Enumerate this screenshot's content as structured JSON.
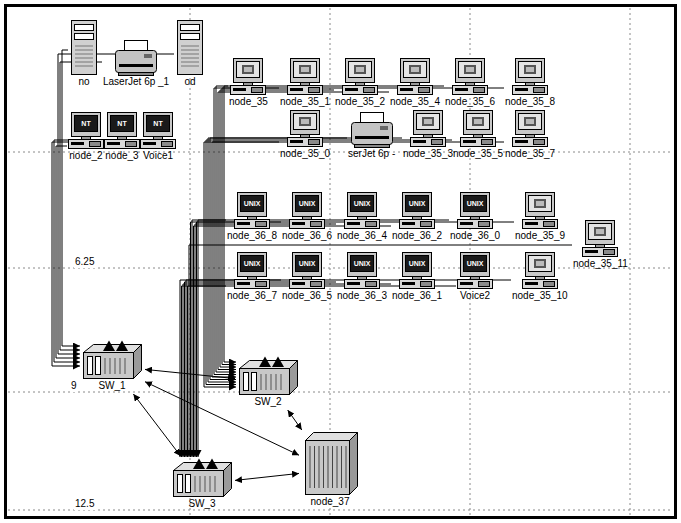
{
  "diagram": {
    "nodes": [
      {
        "text": [
          "no"
        ]
      },
      {
        "text": [
          "LaserJet 6p _1"
        ]
      },
      {
        "text": [
          "od"
        ]
      },
      {
        "text": [
          "node_35"
        ]
      },
      {
        "text": [
          "node_35_1"
        ]
      },
      {
        "text": [
          "node_35_2"
        ]
      },
      {
        "text": [
          "node_35_4"
        ]
      },
      {
        "text": [
          "node_35_6"
        ]
      },
      {
        "text": [
          "node_35_8"
        ]
      },
      {
        "text": [
          "NT",
          "node_2"
        ]
      },
      {
        "text": [
          "NT",
          "node_3"
        ]
      },
      {
        "text": [
          "NT",
          "Voice1"
        ]
      },
      {
        "text": [
          "node_35_0"
        ]
      },
      {
        "text": [
          "serJet 6p -"
        ]
      },
      {
        "text": [
          "node_35_3"
        ]
      },
      {
        "text": [
          "node_35_5"
        ]
      },
      {
        "text": [
          "node_35_7"
        ]
      },
      {
        "text": [
          "UNIX",
          "node_36_8"
        ]
      },
      {
        "text": [
          "UNIX",
          "node_36_6"
        ]
      },
      {
        "text": [
          "UNIX",
          "node_36_4"
        ]
      },
      {
        "text": [
          "UNIX",
          "node_36_2"
        ]
      },
      {
        "text": [
          "UNIX",
          "node_36_0"
        ]
      },
      {
        "text": [
          "node_35_9"
        ]
      },
      {
        "text": [
          "node_35_11"
        ]
      },
      {
        "text": [
          "UNIX",
          "node_36_7"
        ]
      },
      {
        "text": [
          "UNIX",
          "node_36_5"
        ]
      },
      {
        "text": [
          "UNIX",
          "node_36_3"
        ]
      },
      {
        "text": [
          "UNIX",
          "node_36_1"
        ]
      },
      {
        "text": [
          "UNIX",
          "Voice2"
        ]
      },
      {
        "text": [
          "node_35_10"
        ]
      },
      {
        "text": [
          "SW_1"
        ]
      },
      {
        "text": [
          "SW_2"
        ]
      },
      {
        "text": [
          "SW_3"
        ]
      },
      {
        "text": [
          "node_37"
        ]
      }
    ],
    "edges": [
      {
        "from": 0,
        "to": 30,
        "arrow": "to"
      },
      {
        "from": 1,
        "to": 30,
        "arrow": "to"
      },
      {
        "from": 2,
        "to": 30,
        "arrow": "to"
      },
      {
        "from": 9,
        "to": 30,
        "arrow": "to"
      },
      {
        "from": 10,
        "to": 30,
        "arrow": "to"
      },
      {
        "from": 11,
        "to": 30,
        "arrow": "to"
      },
      {
        "from": 3,
        "to": 31,
        "arrow": "to"
      },
      {
        "from": 4,
        "to": 31,
        "arrow": "to"
      },
      {
        "from": 5,
        "to": 31,
        "arrow": "to"
      },
      {
        "from": 6,
        "to": 31,
        "arrow": "to"
      },
      {
        "from": 7,
        "to": 31,
        "arrow": "to"
      },
      {
        "from": 8,
        "to": 31,
        "arrow": "to"
      },
      {
        "from": 12,
        "to": 31,
        "arrow": "to"
      },
      {
        "from": 13,
        "to": 31,
        "arrow": "to"
      },
      {
        "from": 14,
        "to": 31,
        "arrow": "to"
      },
      {
        "from": 15,
        "to": 31,
        "arrow": "to"
      },
      {
        "from": 16,
        "to": 31,
        "arrow": "to"
      },
      {
        "from": 17,
        "to": 32,
        "arrow": "to"
      },
      {
        "from": 18,
        "to": 32,
        "arrow": "to"
      },
      {
        "from": 19,
        "to": 32,
        "arrow": "to"
      },
      {
        "from": 20,
        "to": 32,
        "arrow": "to"
      },
      {
        "from": 21,
        "to": 32,
        "arrow": "to"
      },
      {
        "from": 22,
        "to": 32,
        "arrow": "to"
      },
      {
        "from": 23,
        "to": 32,
        "arrow": "to"
      },
      {
        "from": 24,
        "to": 32,
        "arrow": "to"
      },
      {
        "from": 25,
        "to": 32,
        "arrow": "to"
      },
      {
        "from": 26,
        "to": 32,
        "arrow": "to"
      },
      {
        "from": 27,
        "to": 32,
        "arrow": "to"
      },
      {
        "from": 28,
        "to": 32,
        "arrow": "to"
      },
      {
        "from": 29,
        "to": 32,
        "arrow": "to"
      },
      {
        "from": 30,
        "to": 31,
        "arrow": "both"
      },
      {
        "from": 30,
        "to": 32,
        "arrow": "both"
      },
      {
        "from": 30,
        "to": 33,
        "arrow": "both"
      },
      {
        "from": 31,
        "to": 33,
        "arrow": "both"
      },
      {
        "from": 32,
        "to": 33,
        "arrow": "both"
      }
    ],
    "labels": [
      "6.25",
      "9",
      "12.5"
    ]
  }
}
